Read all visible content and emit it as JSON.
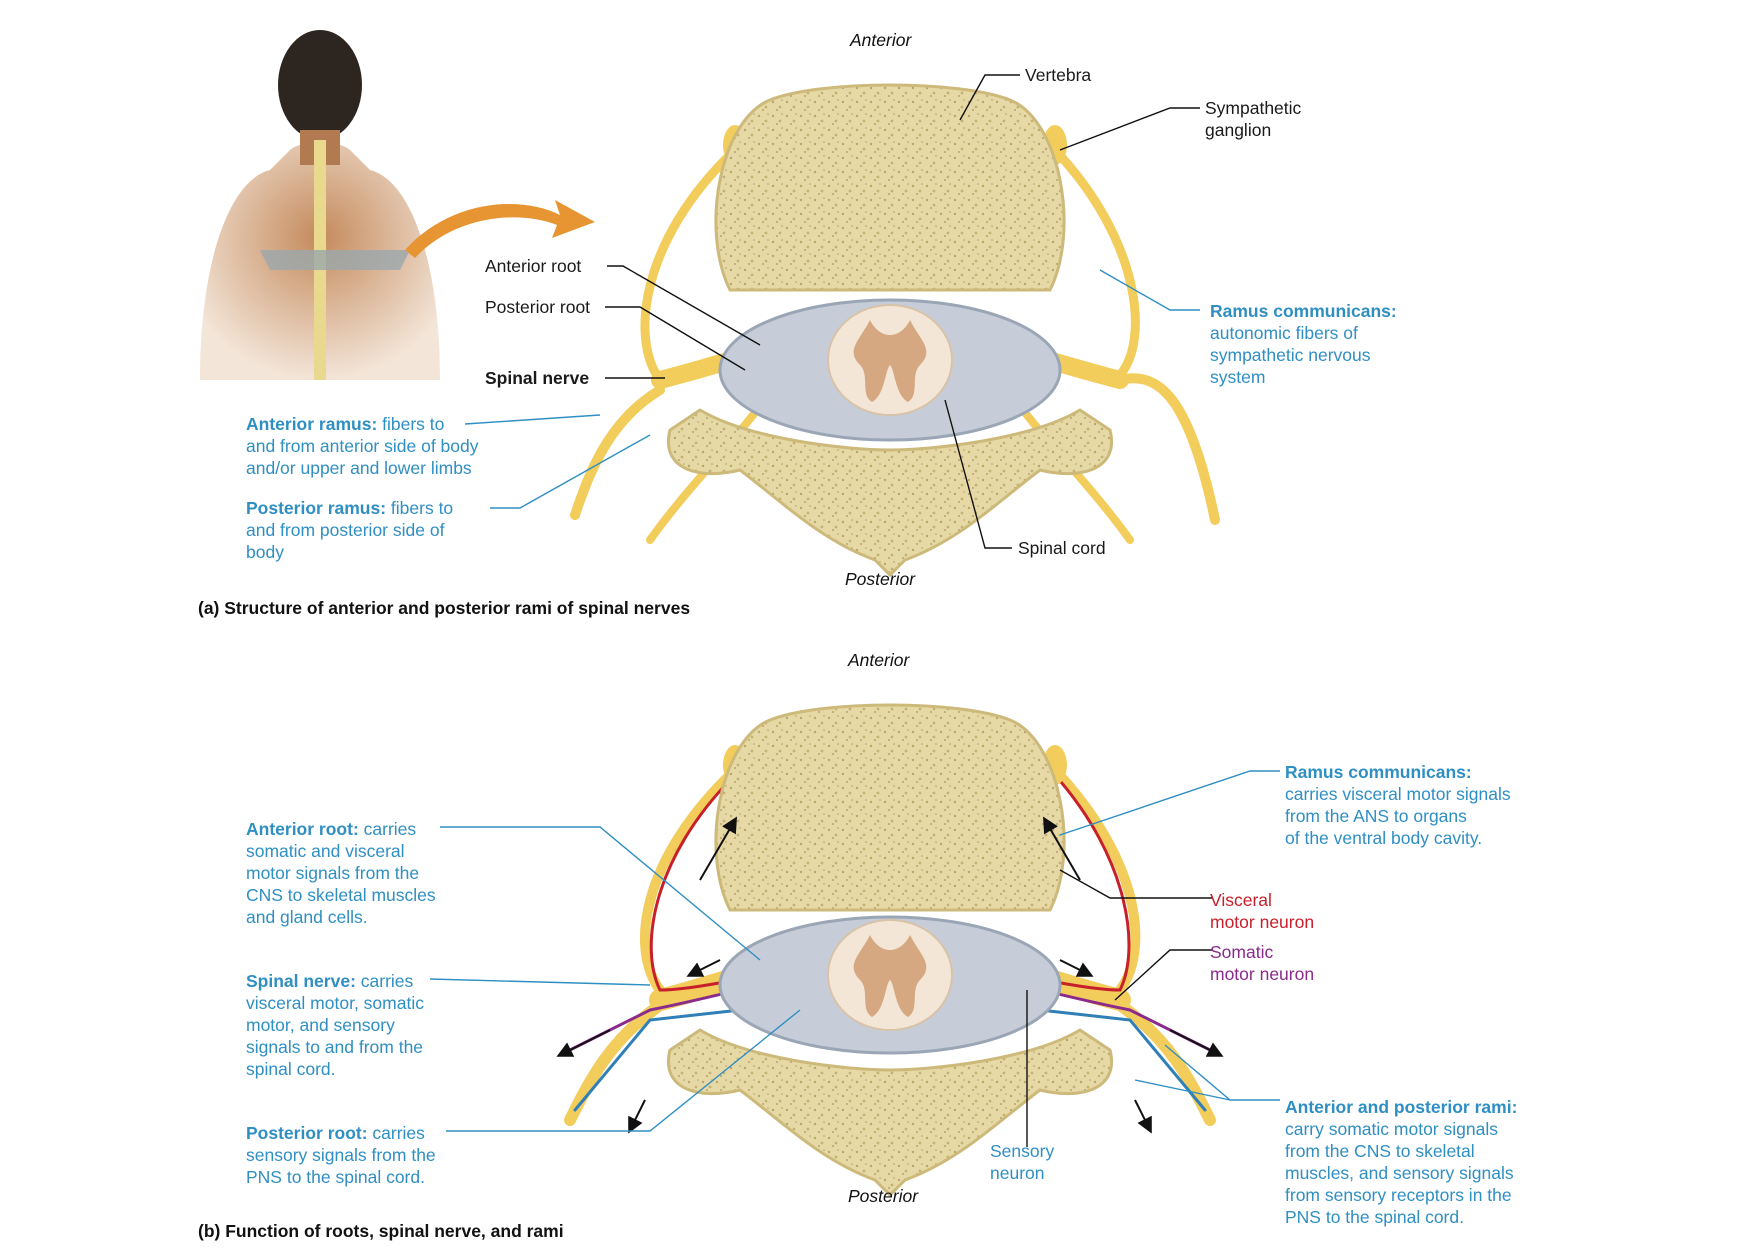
{
  "panel_a": {
    "caption": "(a) Structure of anterior and posterior rami of spinal nerves",
    "anterior": "Anterior",
    "posterior": "Posterior",
    "vertebra": "Vertebra",
    "sympathetic_ganglion": "Sympathetic\nganglion",
    "anterior_root": "Anterior root",
    "posterior_root": "Posterior root",
    "spinal_nerve": "Spinal nerve",
    "spinal_cord": "Spinal cord",
    "ramus_communicans_title": "Ramus communicans:",
    "ramus_communicans_desc": "autonomic fibers of\nsympathetic nervous\nsystem",
    "anterior_ramus_title": "Anterior ramus:",
    "anterior_ramus_desc": " fibers to\nand from anterior side of body\nand/or upper and lower limbs",
    "posterior_ramus_title": "Posterior ramus:",
    "posterior_ramus_desc": " fibers to\nand from posterior side of\nbody"
  },
  "panel_b": {
    "caption": "(b) Function of roots, spinal nerve, and rami",
    "anterior": "Anterior",
    "posterior": "Posterior",
    "ramus_communicans_title": "Ramus communicans:",
    "ramus_communicans_desc": "carries visceral motor signals\nfrom the ANS to organs\nof the ventral body cavity.",
    "visceral_motor": "Visceral\nmotor neuron",
    "somatic_motor": "Somatic\nmotor neuron",
    "sensory_neuron": "Sensory\nneuron",
    "anterior_root_title": "Anterior root:",
    "anterior_root_desc": " carries\nsomatic and visceral\nmotor signals from the\nCNS to skeletal muscles\nand gland cells.",
    "spinal_nerve_title": "Spinal nerve:",
    "spinal_nerve_desc": " carries\nvisceral motor, somatic\nmotor, and sensory\nsignals to and from the\nspinal cord.",
    "posterior_root_title": "Posterior root:",
    "posterior_root_desc": " carries\nsensory signals from the\nPNS to the spinal cord.",
    "rami_title": "Anterior and posterior rami:",
    "rami_desc": "carry somatic motor signals\nfrom the CNS to skeletal\nmuscles, and sensory signals\nfrom sensory receptors in the\nPNS to the spinal cord."
  },
  "colors": {
    "bone": "#e9ddb0",
    "bone_dark": "#cfbd7f",
    "nerve": "#f2cd5c",
    "label_blue": "#2f8fc3",
    "visceral_red": "#c8202a",
    "somatic_purple": "#8a2a8c",
    "sensory_blue": "#2f7fb8"
  }
}
